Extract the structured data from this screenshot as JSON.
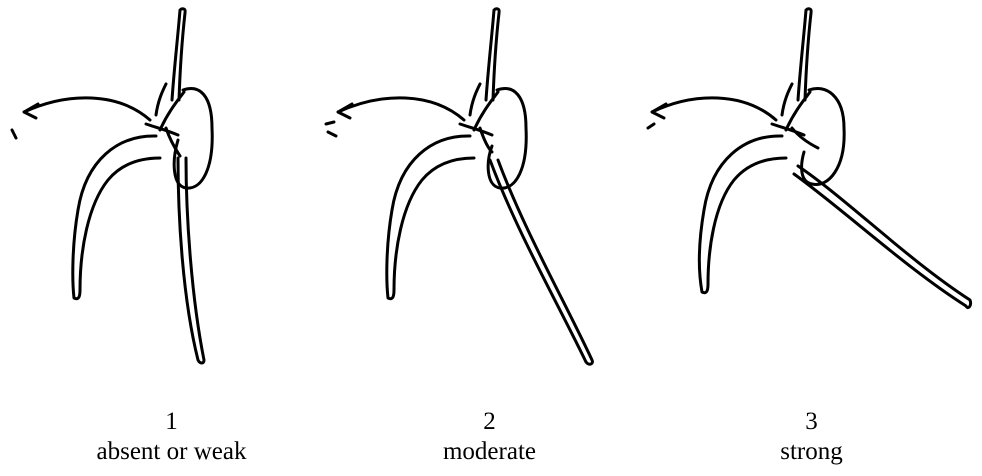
{
  "figure": {
    "panels": [
      {
        "number": "1",
        "label": "absent or weak"
      },
      {
        "number": "2",
        "label": "moderate"
      },
      {
        "number": "3",
        "label": "strong"
      }
    ]
  }
}
